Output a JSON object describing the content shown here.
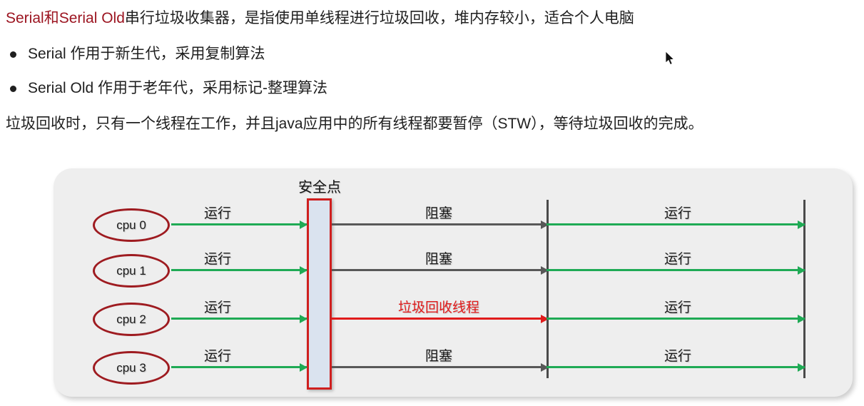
{
  "document": {
    "intro": {
      "accent": "Serial和Serial Old",
      "rest": "串行垃圾收集器，是指使用单线程进行垃圾回收，堆内存较小，适合个人电脑"
    },
    "bullets": [
      {
        "text": "Serial 作用于新生代，采用复制算法"
      },
      {
        "text": "Serial Old 作用于老年代，采用标记-整理算法"
      }
    ],
    "closing": "垃圾回收时，只有一个线程在工作，并且java应用中的所有线程都要暂停（STW），等待垃圾回收的完成。"
  },
  "diagram": {
    "safepoint_label": "安全点",
    "accent_color": "#9e1b20",
    "running_color": "#1faa55",
    "blocked_color": "#585858",
    "gc_color": "#e01b1b",
    "safepoint_fill": "#dae3ef",
    "safepoint_border": "#cf1f1f",
    "panel_bg": "#eeeeee",
    "lanes": [
      {
        "cpu": "cpu 0",
        "phase1_label": "运行",
        "phase2_label": "阻塞",
        "phase3_label": "运行",
        "phase2_kind": "blocked"
      },
      {
        "cpu": "cpu 1",
        "phase1_label": "运行",
        "phase2_label": "阻塞",
        "phase3_label": "运行",
        "phase2_kind": "blocked"
      },
      {
        "cpu": "cpu 2",
        "phase1_label": "运行",
        "phase2_label": "垃圾回收线程",
        "phase3_label": "运行",
        "phase2_kind": "gc"
      },
      {
        "cpu": "cpu 3",
        "phase1_label": "运行",
        "phase2_label": "阻塞",
        "phase3_label": "运行",
        "phase2_kind": "blocked"
      }
    ]
  }
}
